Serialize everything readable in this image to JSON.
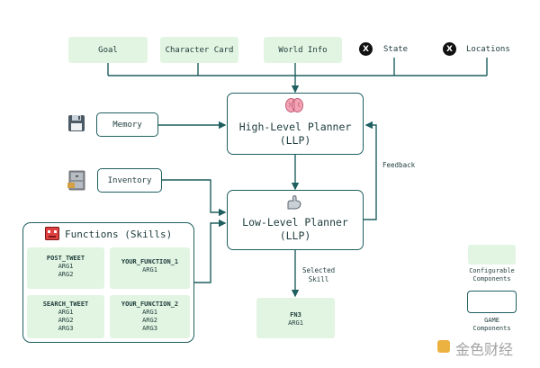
{
  "inputs": {
    "goal": "Goal",
    "character_card": "Character Card",
    "world_info": "World Info",
    "state": "State",
    "locations": "Locations"
  },
  "high_level_planner": {
    "line1": "High-Level Planner",
    "line2": "(LLP)"
  },
  "low_level_planner": {
    "line1": "Low-Level Planner",
    "line2": "(LLP)"
  },
  "memory": "Memory",
  "inventory": "Inventory",
  "feedback": "Feedback",
  "selected_skill": {
    "line1": "Selected",
    "line2": "Skill"
  },
  "functions": {
    "title": "Functions (Skills)",
    "items": [
      {
        "name": "POST_TWEET",
        "args": [
          "ARG1",
          "ARG2"
        ]
      },
      {
        "name": "YOUR_FUNCTION_1",
        "args": [
          "ARG1"
        ]
      },
      {
        "name": "SEARCH_TWEET",
        "args": [
          "ARG1",
          "ARG2",
          "ARG3"
        ]
      },
      {
        "name": "YOUR_FUNCTION_2",
        "args": [
          "ARG1",
          "ARG2",
          "ARG3"
        ]
      }
    ]
  },
  "output": {
    "name": "FN3",
    "arg": "ARG1"
  },
  "legend": {
    "configurable": [
      "Configurable",
      "Components"
    ],
    "game": [
      "GAME",
      "Components"
    ]
  },
  "watermark": "金色财经",
  "colors": {
    "configurable_fill": "#e2f5e2",
    "game_border": "#1f5f5f",
    "wire": "#1f5f5f"
  },
  "icons": [
    "floppy-disk-icon",
    "cabinet-icon",
    "brain-icon",
    "flexed-arm-icon",
    "x-logo-icon",
    "robot-icon"
  ]
}
